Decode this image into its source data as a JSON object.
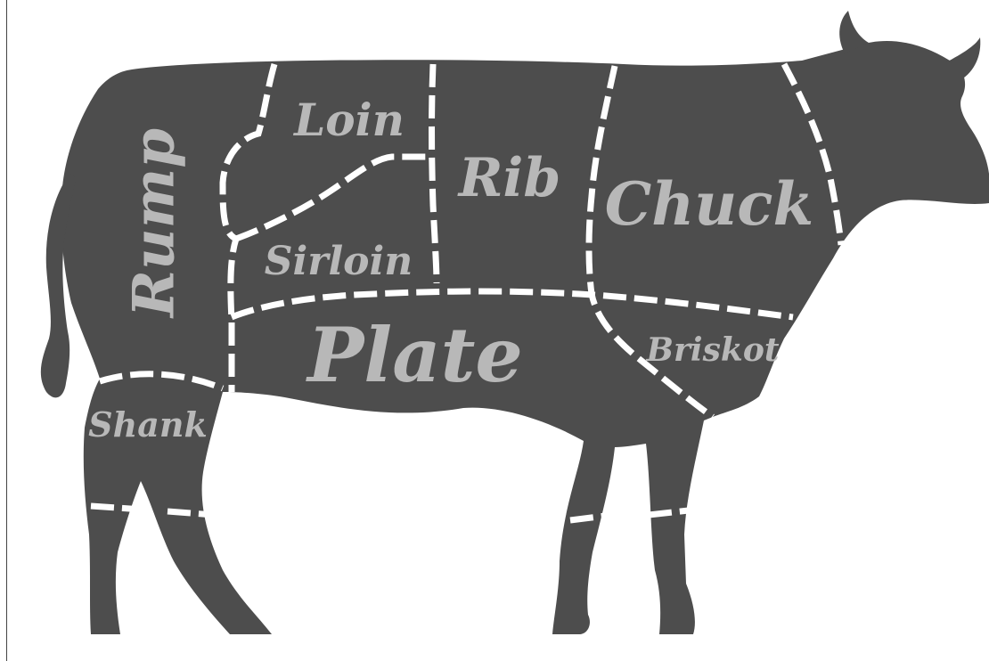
{
  "colors": {
    "body": "#4d4d4d",
    "label": "#b8b8b8",
    "divider": "#ffffff",
    "background": "#ffffff",
    "frame": "#444444"
  },
  "cuts": {
    "rump": "Rump",
    "loin": "Loin",
    "rib": "Rib",
    "chuck": "Chuck",
    "sirloin": "Sirloin",
    "plate": "Plate",
    "brisket": "Briskot",
    "shank": "Shank"
  }
}
